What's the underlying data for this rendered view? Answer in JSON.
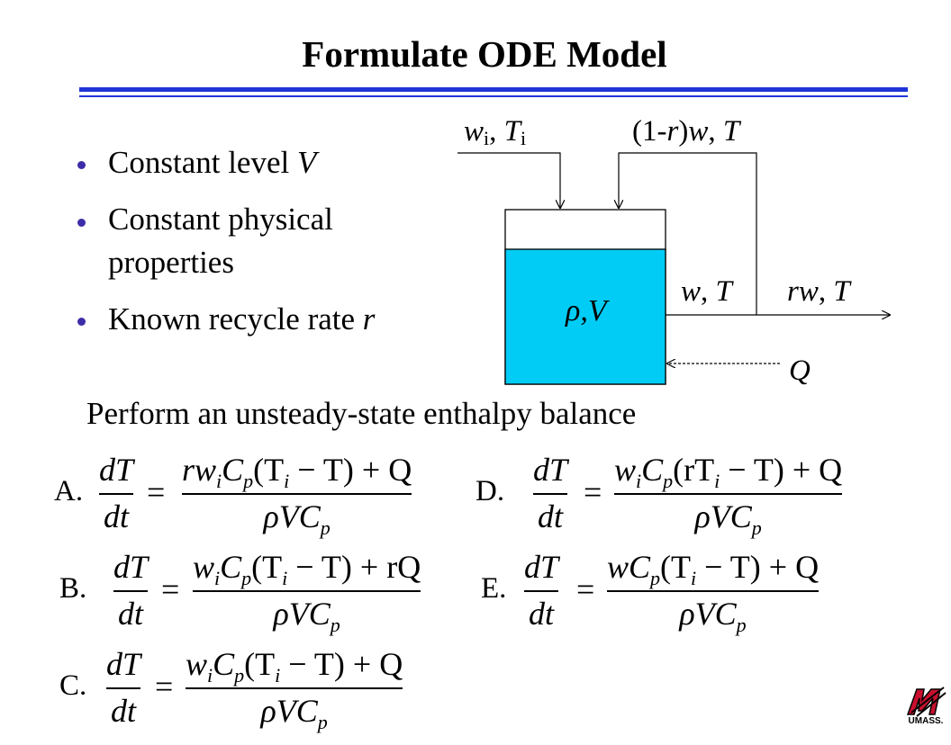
{
  "title": "Formulate ODE Model",
  "bullets": [
    {
      "text": "Constant level ",
      "em": "V"
    },
    {
      "text": "Constant physical properties",
      "em": ""
    },
    {
      "text": "Known recycle rate ",
      "em": "r"
    }
  ],
  "diagram": {
    "inlet_feed": {
      "w": "w",
      "w_sub": "i",
      "sep": ", ",
      "T": "T",
      "T_sub": "i"
    },
    "inlet_recycle": {
      "pre": "(1-",
      "r": "r",
      "post": ")",
      "w": "w",
      "sep": ", ",
      "T": "T"
    },
    "tank_label": "ρ,V",
    "outlet": {
      "w": "w",
      "sep": ", ",
      "T": "T"
    },
    "product": {
      "rw": "rw",
      "sep": ", ",
      "T": "T"
    },
    "heat": "Q",
    "colors": {
      "liquid": "#00ccf5",
      "line": "#000000"
    }
  },
  "perform_text": "Perform an unsteady-state enthalpy balance",
  "equations": {
    "A": {
      "letter": "A.",
      "lhs_num": "dT",
      "lhs_den": "dt",
      "eq": "=",
      "num": [
        "rw",
        "i",
        "C",
        "p",
        "(T",
        "i",
        " − T) + Q"
      ],
      "den": [
        "ρVC",
        "p"
      ]
    },
    "B": {
      "letter": "B.",
      "lhs_num": "dT",
      "lhs_den": "dt",
      "eq": "=",
      "num": [
        "w",
        "i",
        "C",
        "p",
        "(T",
        "i",
        " − T) + rQ"
      ],
      "den": [
        "ρVC",
        "p"
      ]
    },
    "C": {
      "letter": "C.",
      "lhs_num": "dT",
      "lhs_den": "dt",
      "eq": "=",
      "num": [
        "w",
        "i",
        "C",
        "p",
        "(T",
        "i",
        " − T) + Q"
      ],
      "den": [
        "ρVC",
        "p"
      ]
    },
    "D": {
      "letter": "D.",
      "lhs_num": "dT",
      "lhs_den": "dt",
      "eq": "=",
      "num": [
        "w",
        "i",
        "C",
        "p",
        "(rT",
        "i",
        " − T) + Q"
      ],
      "den": [
        "ρVC",
        "p"
      ]
    },
    "E": {
      "letter": "E.",
      "lhs_num": "dT",
      "lhs_den": "dt",
      "eq": "=",
      "num": [
        "wC",
        "p",
        "(T",
        "i",
        " − T) + Q"
      ],
      "den": [
        "ρVC",
        "p"
      ]
    }
  },
  "logo": {
    "text": "UMASS.",
    "color": "#c8102e"
  }
}
